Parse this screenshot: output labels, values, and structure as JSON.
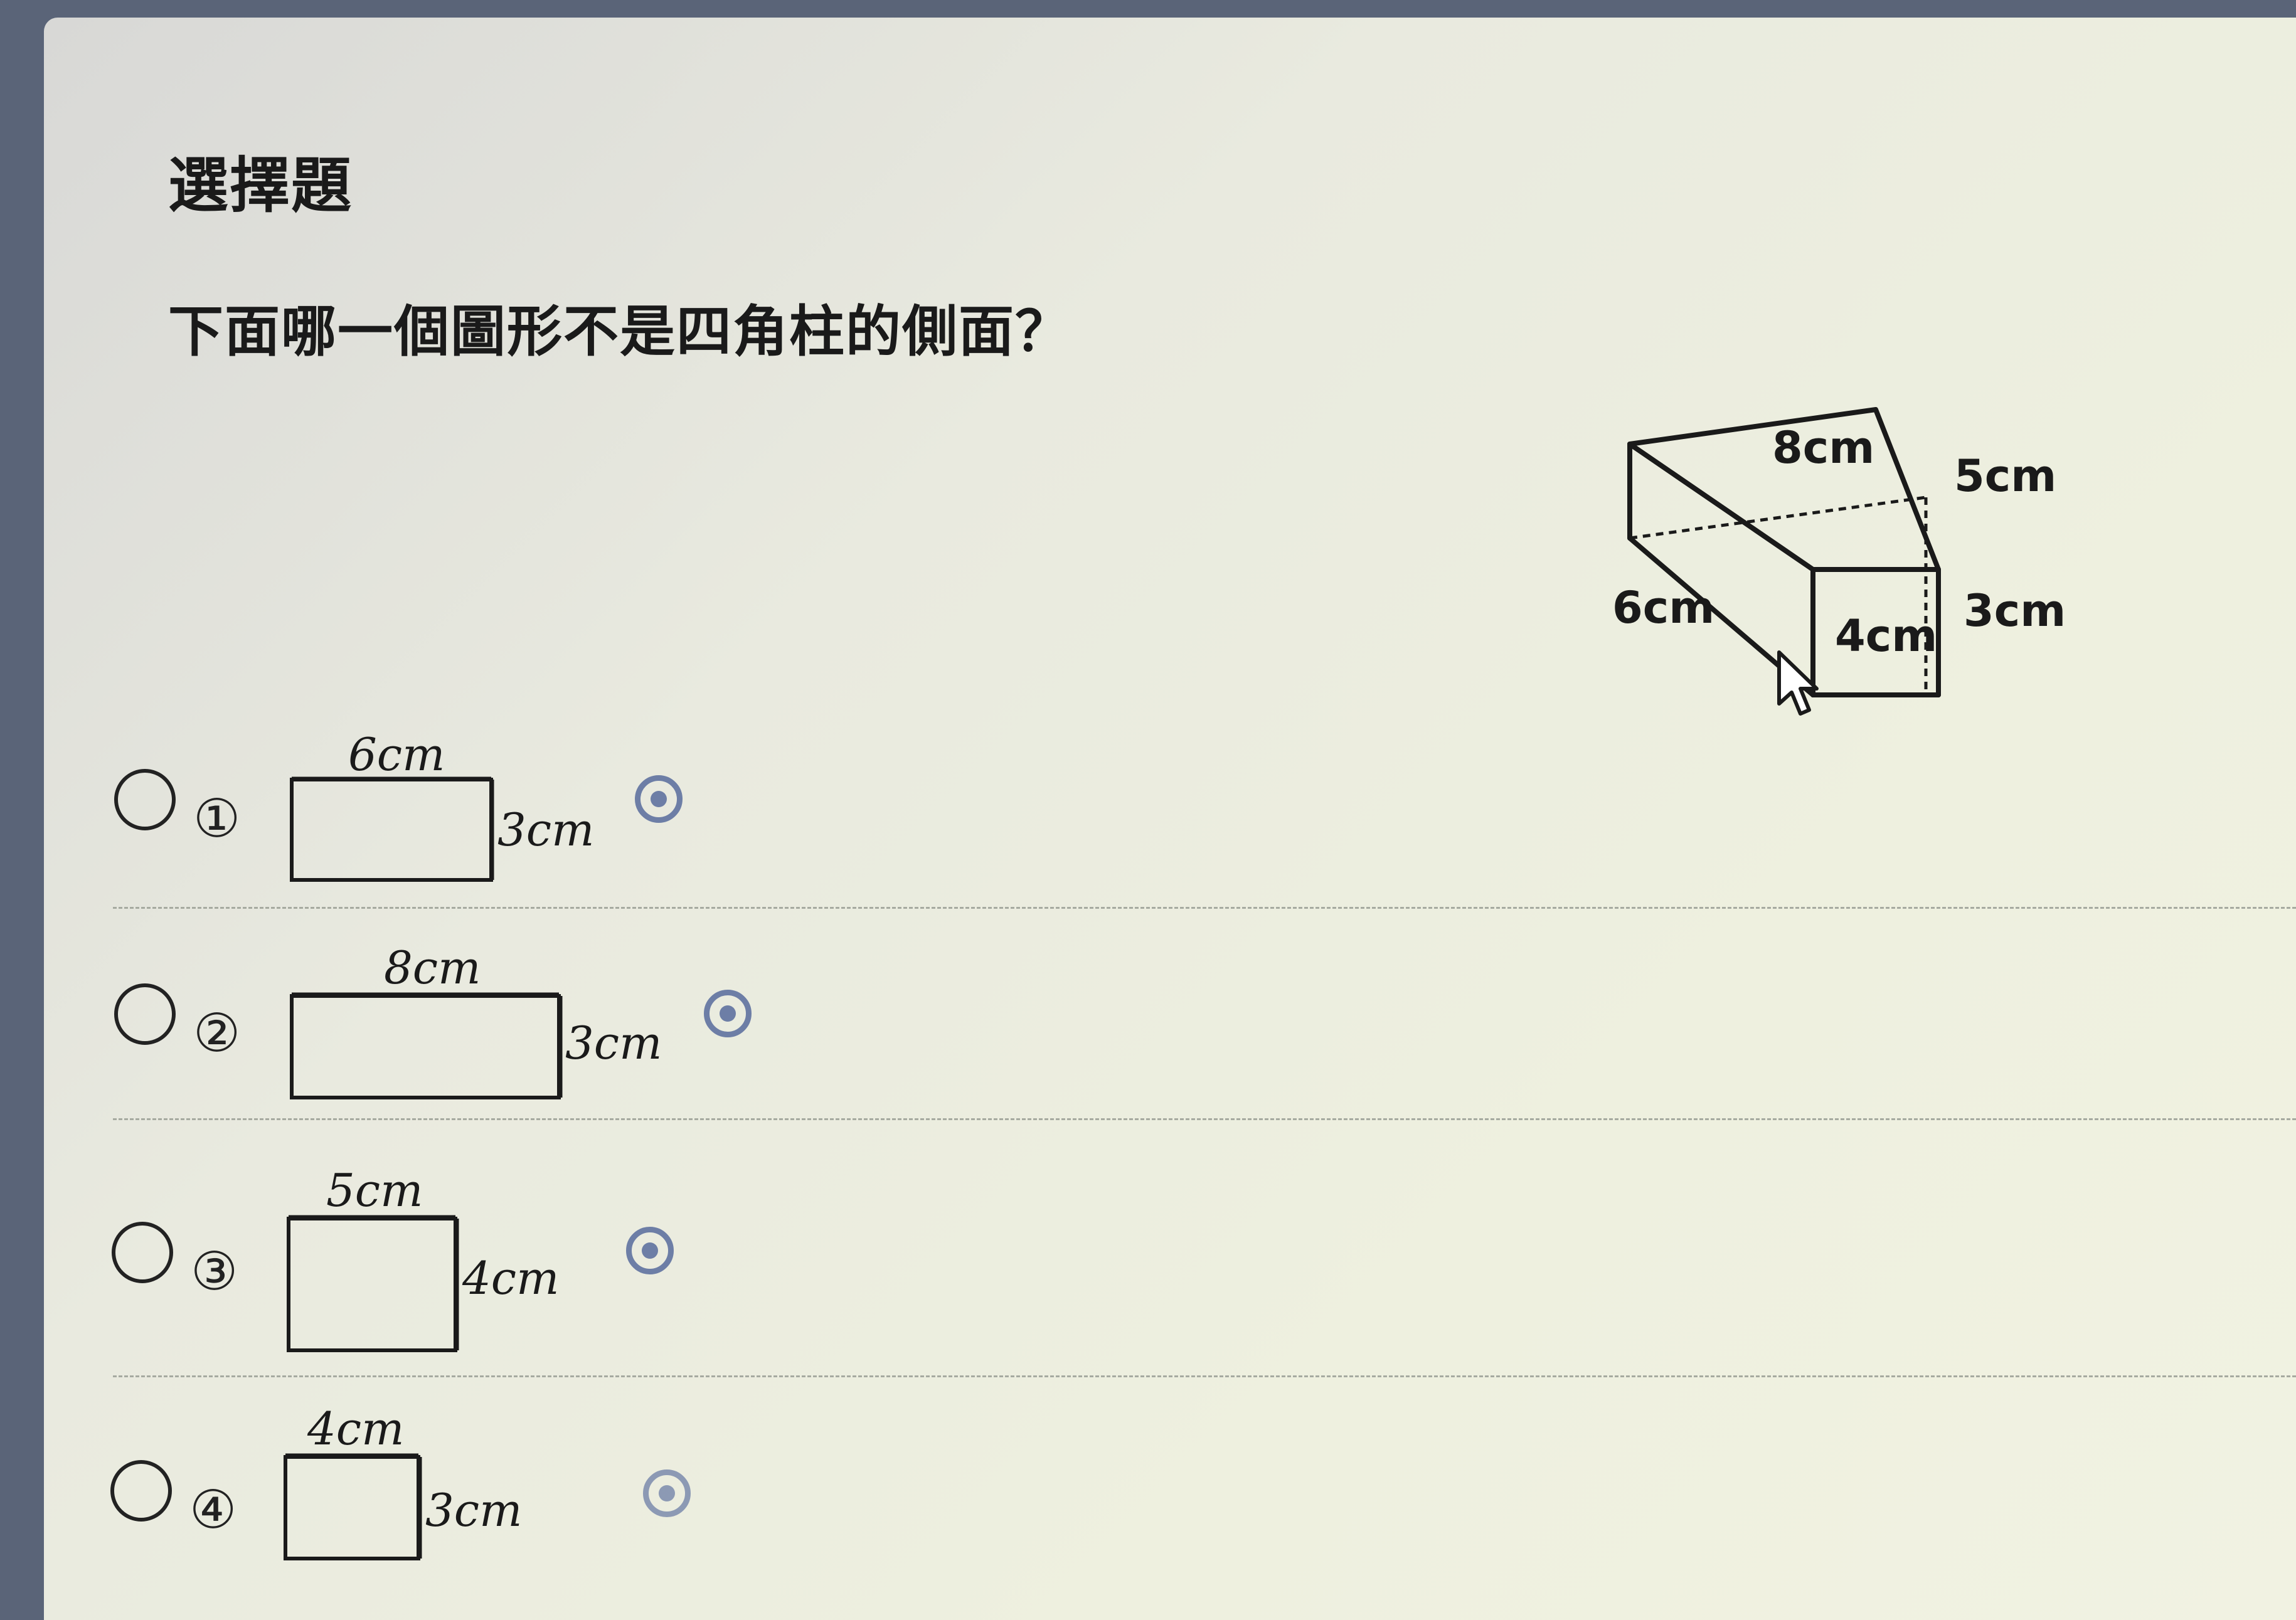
{
  "header": {
    "title": "選擇題"
  },
  "question": {
    "text": "下面哪一個圖形不是四角柱的側面？"
  },
  "prism": {
    "top": "8cm",
    "right_upper": "5cm",
    "right_lower": "3cm",
    "front": "4cm",
    "left": "6cm"
  },
  "options": [
    {
      "number": "①",
      "width": "6cm",
      "height": "3cm"
    },
    {
      "number": "②",
      "width": "8cm",
      "height": "3cm"
    },
    {
      "number": "③",
      "width": "5cm",
      "height": "4cm"
    },
    {
      "number": "④",
      "width": "4cm",
      "height": "3cm"
    }
  ],
  "icons": {
    "audio": "audio-play-icon",
    "cursor": "mouse-pointer-icon"
  },
  "colors": {
    "audio_icon": "#6d7ea6",
    "text": "#1a1a1a"
  }
}
